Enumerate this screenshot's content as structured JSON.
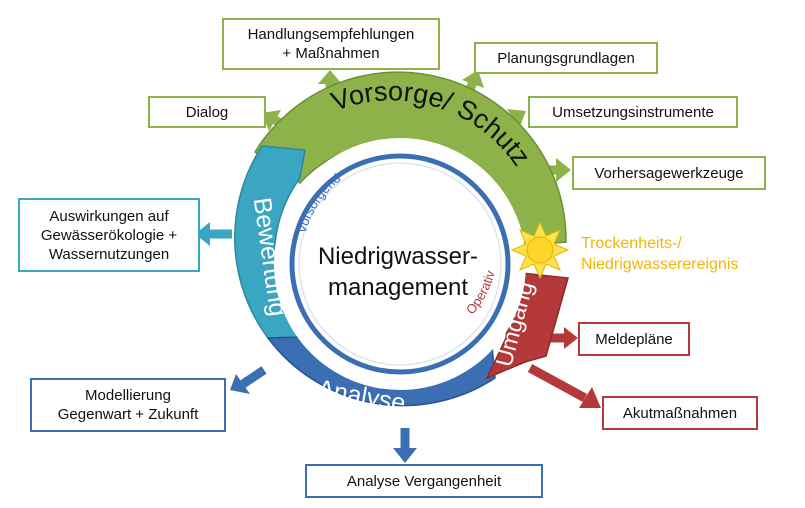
{
  "center": {
    "line1": "Niedrigwasser-",
    "line2": "management"
  },
  "inner_ring": {
    "left_label": "Vorsorgend",
    "right_label": "Operativ"
  },
  "phases": {
    "vorsorge": "Vorsorge/ Schutz",
    "bewertung": "Bewertung",
    "analyse": "Analyse",
    "umgang": "Umgang"
  },
  "event": {
    "line1": "Trockenheits-/",
    "line2": "Niedrigwasserereignis"
  },
  "boxes": {
    "handlung": {
      "line1": "Handlungsempfehlungen",
      "line2": "+ Maßnahmen"
    },
    "dialog": "Dialog",
    "planung": "Planungsgrundlagen",
    "umsetzung": "Umsetzungsinstrumente",
    "vorhersage": "Vorhersagewerkzeuge",
    "auswirkungen": {
      "line1": "Auswirkungen auf",
      "line2": "Gewässerökologie +",
      "line3": "Wassernutzungen"
    },
    "modellierung": {
      "line1": "Modellierung",
      "line2": "Gegenwart + Zukunft"
    },
    "vergangenheit": "Analyse Vergangenheit",
    "melde": "Meldepläne",
    "akut": "Akutmaßnahmen"
  },
  "colors": {
    "vorsorge": "#8cb249",
    "bewertung": "#3aa6c1",
    "analyse": "#3c6eb4",
    "umgang": "#b5393a",
    "inner_ring": "#3c6eb4",
    "sun": "#ffd52a",
    "event_text": "#f2b705"
  }
}
